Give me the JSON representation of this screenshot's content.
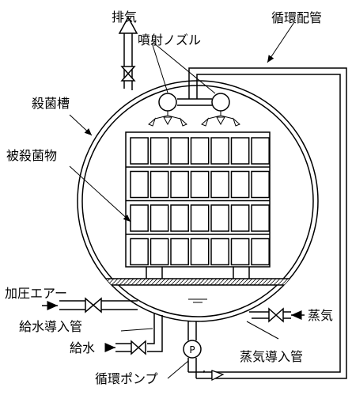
{
  "labels": {
    "exhaust": "排気",
    "circulation_pipe": "循環配管",
    "spray_nozzle": "噴射ノズル",
    "sterilization_tank": "殺菌槽",
    "sterilized_object": "被殺菌物",
    "pressurized_air": "加圧エアー",
    "steam": "蒸気",
    "water_supply_pipe": "給水導入管",
    "water_supply": "給水",
    "steam_inlet_pipe": "蒸気導入管",
    "circulation_pump": "循環ポンプ",
    "pump_symbol": "P"
  }
}
